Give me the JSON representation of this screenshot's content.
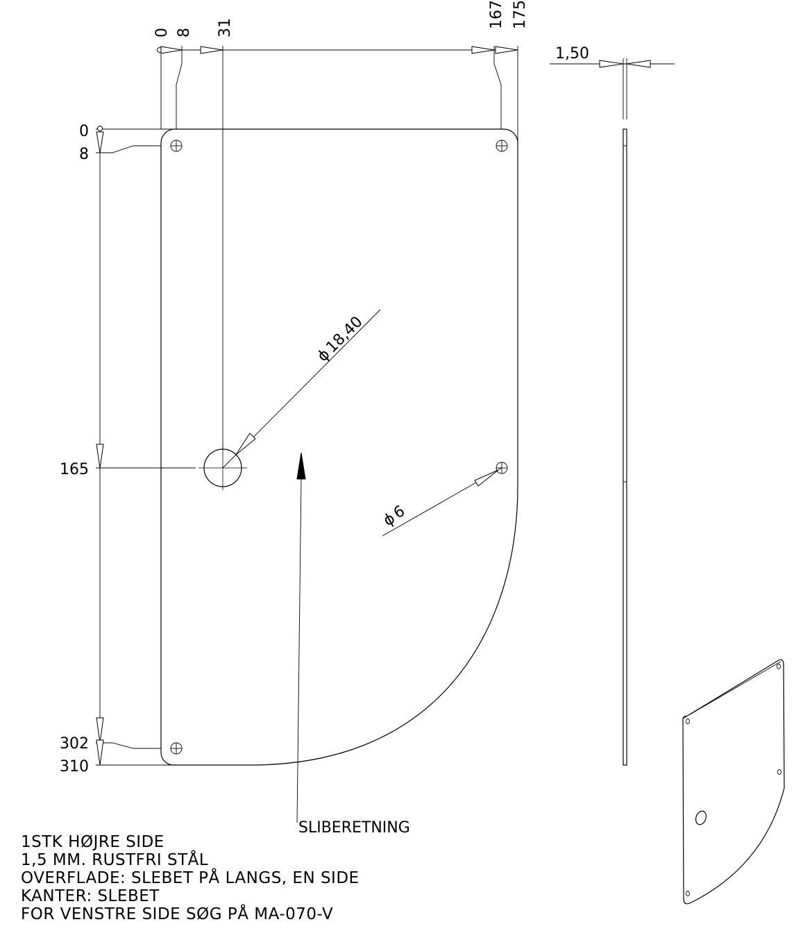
{
  "top_dimensions": {
    "d0": "0",
    "d8": "8",
    "d31": "31",
    "d167": "167",
    "d175": "175"
  },
  "left_dimensions": {
    "d0": "0",
    "d8": "8",
    "d165": "165",
    "d302": "302",
    "d310": "310"
  },
  "thickness_dimension": "1,50",
  "large_hole_diameter": "18,40",
  "small_hole_diameter": "6",
  "diameter_symbol": "ϕ",
  "grinding_direction_label": "SLIBERETNING",
  "notes": [
    "1STK HØJRE SIDE",
    "1,5 MM. RUSTFRI STÅL",
    "OVERFLADE: SLEBET PÅ LANGS, EN SIDE",
    "KANTER: SLEBET",
    "FOR VENSTRE SIDE SØG PÅ MA-070-V"
  ]
}
